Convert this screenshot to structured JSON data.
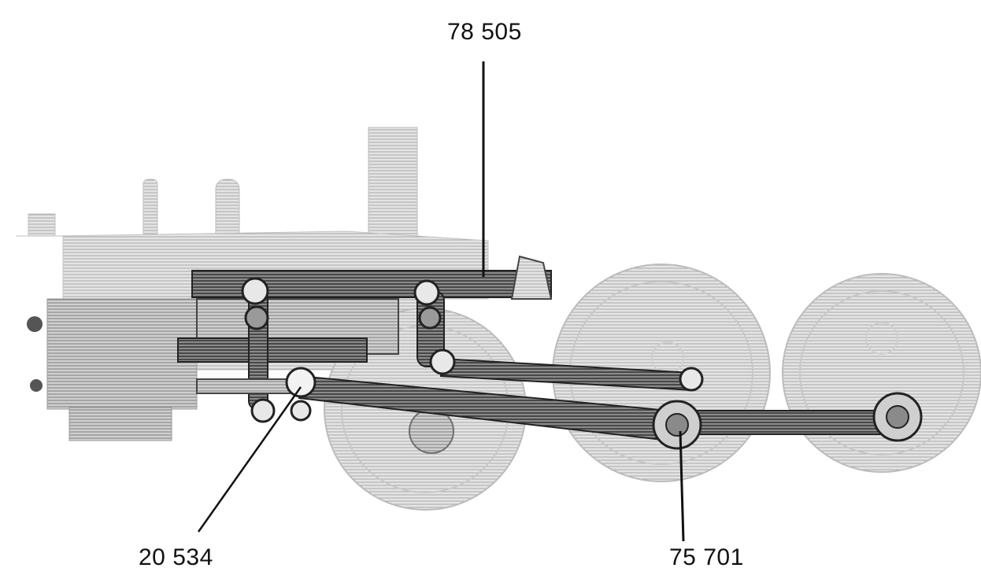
{
  "diagram": {
    "callouts": [
      {
        "id": "top",
        "label": "78 505"
      },
      {
        "id": "left",
        "label": "20 534"
      },
      {
        "id": "right",
        "label": "75 701"
      }
    ]
  },
  "colors": {
    "ink": "#111111",
    "halftone_light": "#d9d9d9",
    "halftone_mid": "#b5b5b5",
    "halftone_dark": "#6e6e6e",
    "paper": "#ffffff"
  }
}
